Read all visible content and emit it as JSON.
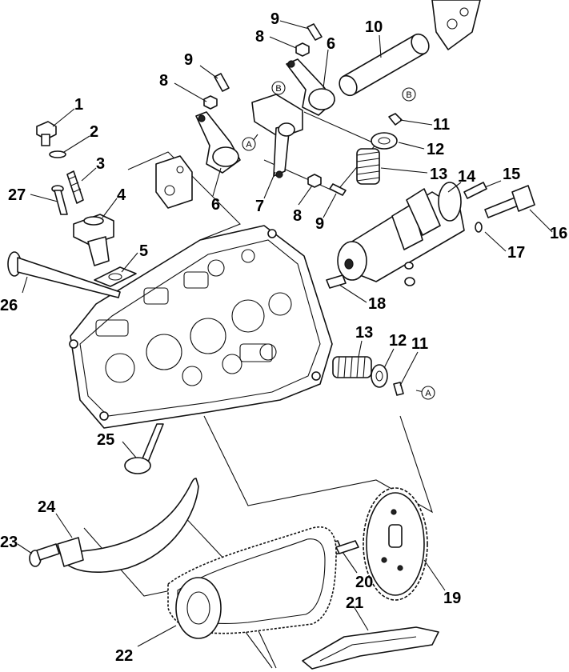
{
  "callouts": [
    "1",
    "2",
    "3",
    "4",
    "5",
    "6",
    "6",
    "7",
    "8",
    "8",
    "8",
    "9",
    "9",
    "9",
    "10",
    "11",
    "11",
    "12",
    "12",
    "13",
    "13",
    "14",
    "15",
    "16",
    "17",
    "18",
    "19",
    "20",
    "21",
    "22",
    "23",
    "24",
    "25",
    "26",
    "27"
  ],
  "markers": [
    "A",
    "A",
    "B",
    "B"
  ],
  "labels": {
    "p1": "1",
    "p2": "2",
    "p3": "3",
    "p4": "4",
    "p5": "5",
    "p6a": "6",
    "p6b": "6",
    "p7": "7",
    "p8a": "8",
    "p8b": "8",
    "p8c": "8",
    "p9a": "9",
    "p9b": "9",
    "p9c": "9",
    "p10": "10",
    "p11a": "11",
    "p11b": "11",
    "p12a": "12",
    "p12b": "12",
    "p13a": "13",
    "p13b": "13",
    "p14": "14",
    "p15": "15",
    "p16": "16",
    "p17": "17",
    "p18": "18",
    "p19": "19",
    "p20": "20",
    "p21": "21",
    "p22": "22",
    "p23": "23",
    "p24": "24",
    "p25": "25",
    "p26": "26",
    "p27": "27",
    "mA1": "A",
    "mA2": "A",
    "mB1": "B",
    "mB2": "B"
  }
}
